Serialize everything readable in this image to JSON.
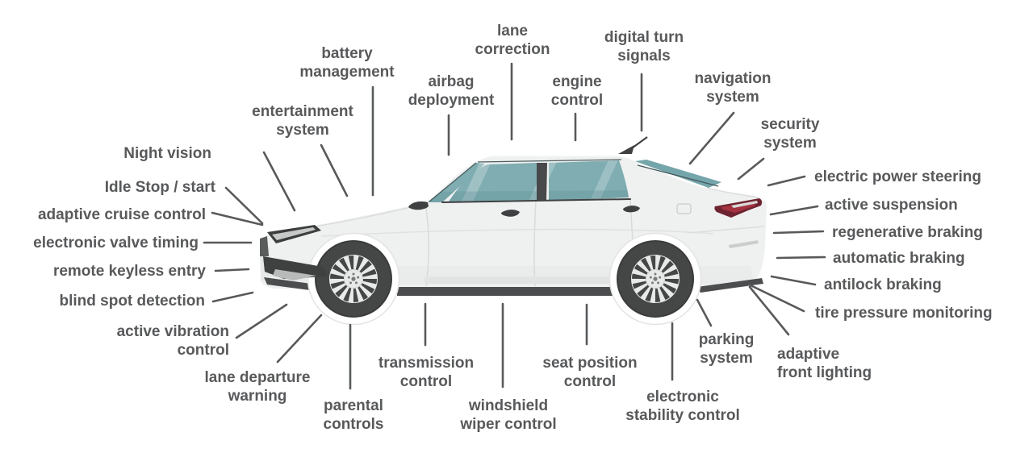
{
  "diagram": {
    "subject": "car advanced driver assistance and electronic systems",
    "colors": {
      "label_text": "#58595b",
      "leader_line": "#58595b",
      "car_body": "#eff0f0",
      "car_window_teal": "#7fadb1",
      "car_trim_dark": "#4c4d4e",
      "tire": "#454646",
      "rim": "#e8e9e9",
      "taillight_red": "#a33140",
      "headlight_dark": "#3c3d3d"
    }
  },
  "labels": {
    "battery_management": {
      "lines": [
        "battery",
        "management"
      ]
    },
    "lane_correction": {
      "lines": [
        "lane",
        "correction"
      ]
    },
    "digital_turn_signals": {
      "lines": [
        "digital turn",
        "signals"
      ]
    },
    "airbag_deployment": {
      "lines": [
        "airbag",
        "deployment"
      ]
    },
    "engine_control": {
      "lines": [
        "engine",
        "control"
      ]
    },
    "navigation_system": {
      "lines": [
        "navigation",
        "system"
      ]
    },
    "entertainment_system": {
      "lines": [
        "entertainment",
        "system"
      ]
    },
    "security_system": {
      "lines": [
        "security",
        "system"
      ]
    },
    "night_vision": {
      "lines": [
        "Night vision"
      ]
    },
    "idle_stop_start": {
      "lines": [
        "Idle Stop / start"
      ]
    },
    "adaptive_cruise_control": {
      "lines": [
        "adaptive cruise control"
      ]
    },
    "electronic_valve_timing": {
      "lines": [
        "electronic valve timing"
      ]
    },
    "remote_keyless_entry": {
      "lines": [
        "remote keyless entry"
      ]
    },
    "blind_spot_detection": {
      "lines": [
        "blind spot detection"
      ]
    },
    "active_vibration_control": {
      "lines": [
        "active vibration",
        "control"
      ]
    },
    "lane_departure_warning": {
      "lines": [
        "lane departure",
        "warning"
      ]
    },
    "parental_controls": {
      "lines": [
        "parental",
        "controls"
      ]
    },
    "transmission_control": {
      "lines": [
        "transmission",
        "control"
      ]
    },
    "windshield_wiper_control": {
      "lines": [
        "windshield",
        "wiper control"
      ]
    },
    "seat_position_control": {
      "lines": [
        "seat position",
        "control"
      ]
    },
    "electronic_stability_control": {
      "lines": [
        "electronic",
        "stability control"
      ]
    },
    "parking_system": {
      "lines": [
        "parking",
        "system"
      ]
    },
    "adaptive_front_lighting": {
      "lines": [
        "adaptive",
        "front lighting"
      ]
    },
    "electric_power_steering": {
      "lines": [
        "electric power steering"
      ]
    },
    "active_suspension": {
      "lines": [
        "active suspension"
      ]
    },
    "regenerative_braking": {
      "lines": [
        "regenerative braking"
      ]
    },
    "automatic_braking": {
      "lines": [
        "automatic braking"
      ]
    },
    "antilock_braking": {
      "lines": [
        "antilock braking"
      ]
    },
    "tire_pressure_monitoring": {
      "lines": [
        "tire pressure monitoring"
      ]
    }
  }
}
